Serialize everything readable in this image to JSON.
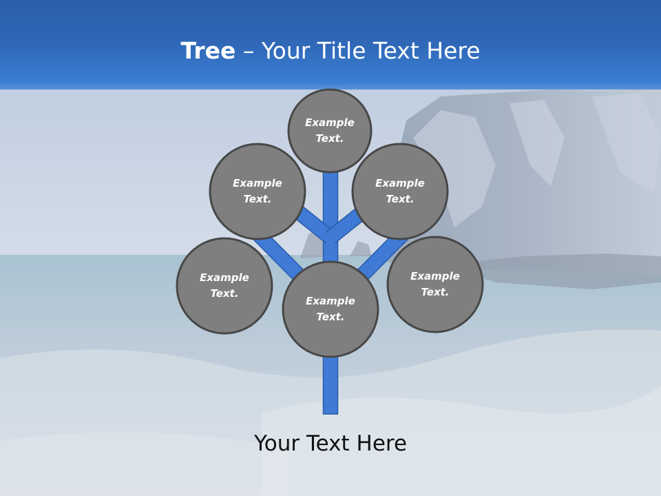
{
  "title": {
    "bold": "Tree",
    "separator": " – ",
    "rest": "Your Title Text Here"
  },
  "nodes": [
    {
      "label": "Example\nText."
    },
    {
      "label": "Example\nText."
    },
    {
      "label": "Example\nText."
    },
    {
      "label": "Example\nText."
    },
    {
      "label": "Example\nText."
    },
    {
      "label": "Example\nText."
    }
  ],
  "footer": "Your Text Here",
  "colors": {
    "branch": "#3f7bd6",
    "branch_stroke": "#2a5aa8",
    "node_fill": "#7f7f7f",
    "node_stroke": "#474747",
    "title_band": "#3068b8"
  }
}
